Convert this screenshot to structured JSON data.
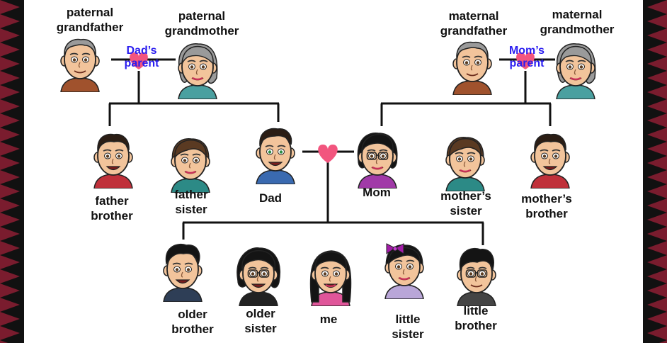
{
  "colors": {
    "border_dark": "#7a1c2e",
    "border_black": "#111111",
    "line": "#111111",
    "heart": "#f2557e",
    "parent_text": "#2a1df0",
    "skin": "#f2c49b",
    "grey_hair": "#9a9a9a",
    "dark_hair": "#2b1d14",
    "black_hair": "#141414"
  },
  "grandparents": {
    "paternal_grandfather": "paternal\ngrandfather",
    "paternal_grandmother": "paternal\ngrandmother",
    "paternal_link": "Dad’s\nparent",
    "maternal_grandfather": "maternal\ngrandfather",
    "maternal_grandmother": "maternal\ngrandmother",
    "maternal_link": "Mom’s\nparent"
  },
  "parents_generation": {
    "father_brother": "father\nbrother",
    "father_sister": "father\nsister",
    "dad": "Dad",
    "mom": "Mom",
    "mother_sister": "mother’s\nsister",
    "mother_brother": "mother’s\nbrother"
  },
  "children": {
    "older_brother": "older\nbrother",
    "older_sister": "older\nsister",
    "me": "me",
    "little_sister": "little\nsister",
    "little_brother": "little\nbrother"
  },
  "icons": {
    "heart": "heart-icon",
    "avatar": "cartoon-avatar-icon"
  }
}
